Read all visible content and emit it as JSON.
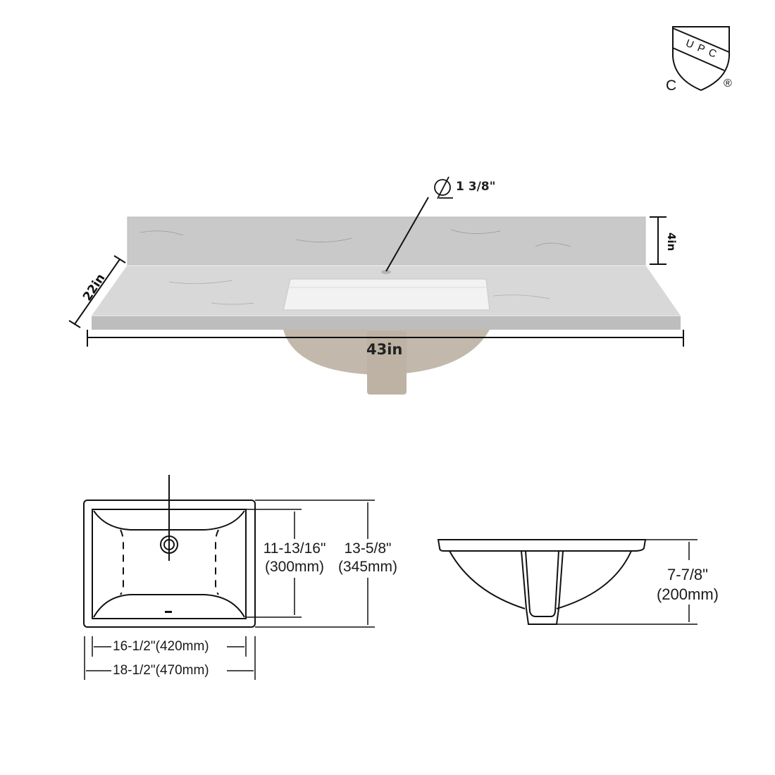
{
  "certification": {
    "shield_text": "UPC",
    "left_mark": "C",
    "right_mark": "®"
  },
  "countertop": {
    "faucet_hole_label": "1  3/8\"",
    "faucet_hole_symbol": "⌀",
    "depth_label": "22in",
    "width_label": "43in",
    "backsplash_height_label": "4in",
    "colors": {
      "stone_top": "#d6d6d6",
      "stone_backsplash": "#c9c9c9",
      "stone_edge": "#bdbdbd",
      "sink_basin": "#ececec",
      "sink_underside": "#c2b8ab"
    }
  },
  "sink_top_view": {
    "inner_height_label": "11-13/16\"",
    "inner_height_mm": "(300mm)",
    "outer_height_label": "13-5/8\"",
    "outer_height_mm": "(345mm)",
    "inner_width_label": "16-1/2\"(420mm)",
    "outer_width_label": "18-1/2\"(470mm)"
  },
  "sink_side_view": {
    "depth_label": "7-7/8\"",
    "depth_mm": "(200mm)"
  }
}
